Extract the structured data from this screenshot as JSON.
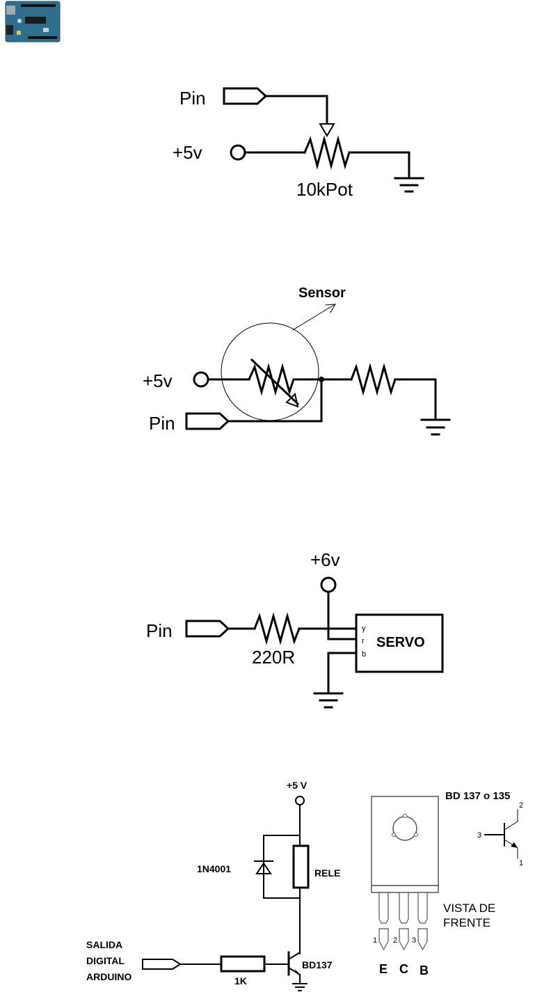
{
  "logo": {
    "icon": "arduino-board-icon"
  },
  "circuit_pot": {
    "pin_label": "Pin",
    "supply_label": "+5v",
    "pot_label": "10kPot"
  },
  "circuit_sensor": {
    "sensor_label": "Sensor",
    "supply_label": "+5v",
    "pin_label": "Pin"
  },
  "circuit_servo": {
    "supply_label": "+6v",
    "pin_label": "Pin",
    "resistor_label": "220R",
    "servo_label": "SERVO",
    "wire_y": "y",
    "wire_r": "r",
    "wire_b": "b"
  },
  "circuit_relay": {
    "supply_label": "+5 V",
    "diode_label": "1N4001",
    "relay_label": "RELE",
    "input_line1": "SALIDA",
    "input_line2": "DIGITAL",
    "input_line3": "ARDUINO",
    "resistor_label": "1K",
    "transistor_label": "BD137",
    "package_title": "BD 137 o 135",
    "view_line1": "VISTA DE",
    "view_line2": "FRENTE",
    "pin_num_1": "1",
    "pin_num_2": "2",
    "pin_num_3": "3",
    "pin_letter_e": "E",
    "pin_letter_c": "C",
    "pin_letter_b": "B",
    "symbol_pin_2": "2",
    "symbol_pin_3": "3",
    "symbol_pin_1": "1"
  }
}
